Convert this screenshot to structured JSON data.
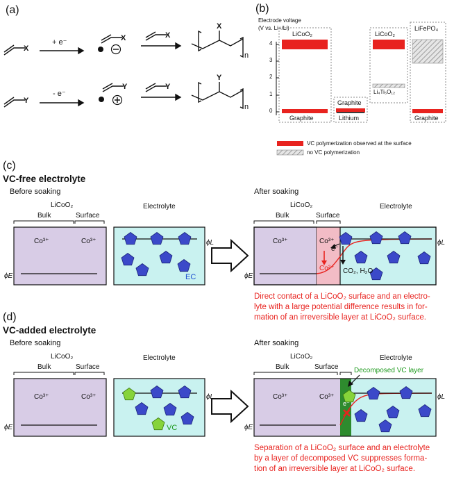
{
  "panel_labels": {
    "a": "(a)",
    "b": "(b)",
    "c": "(c)",
    "d": "(d)"
  },
  "panel_a": {
    "row1": {
      "sub1": "X",
      "arrow1": "+ e⁻",
      "sub2": "X",
      "sub3": "X",
      "poly": "X",
      "n": "n"
    },
    "row2": {
      "sub1": "Y",
      "arrow1": "- e⁻",
      "sub2": "Y",
      "sub3": "Y",
      "poly": "Y",
      "n": "n"
    }
  },
  "panel_b": {
    "axis_title_1": "Electrode voltage",
    "axis_title_2": "(V vs. Li+/Li)",
    "ticks": [
      "0",
      "1",
      "2",
      "3",
      "4"
    ],
    "columns": [
      {
        "top": "LiCoO₂",
        "bottom": "Graphite"
      },
      {
        "top": "Graphite",
        "bottom": "Lithium"
      },
      {
        "top": "LiCoO₂",
        "bottom": "Li₄Ti₅O₁₂"
      },
      {
        "top": "LiFePO₄",
        "bottom": "Graphite"
      }
    ],
    "legend_red": "VC polymerization observed at the surface",
    "legend_hatch": "no VC polymerization"
  },
  "panel_c": {
    "title": "VC-free electrolyte",
    "before": "Before soaking",
    "after": "After soaking",
    "licoo2": "LiCoO₂",
    "bulk": "Bulk",
    "surface": "Surface",
    "electrolyte": "Electrolyte",
    "co3": "Co³⁺",
    "co2": "Co²⁺",
    "electron": "e⁻",
    "phi_l": "ϕL",
    "phi_e": "ϕE",
    "solvent": "EC",
    "products": "CO₂, H₂O",
    "note": [
      "Direct contact of a LiCoO₂ surface and an electro-",
      "lyte with a large potential difference results in for-",
      "mation of an irreversible layer at LiCoO₂ surface."
    ]
  },
  "panel_d": {
    "title": "VC-added electrolyte",
    "before": "Before soaking",
    "after": "After soaking",
    "licoo2": "LiCoO₂",
    "bulk": "Bulk",
    "surface": "Surface",
    "electrolyte": "Electrolyte",
    "co3": "Co³⁺",
    "electron": "e⁻",
    "phi_l": "ϕL",
    "phi_e": "ϕE",
    "additive": "VC",
    "layer": "Decomposed VC layer",
    "note": [
      "Separation of a LiCoO₂ surface and an electrolyte",
      "by a layer of decomposed VC suppresses forma-",
      "tion of an irreversible layer at LiCoO₂ surface."
    ]
  },
  "colors": {
    "cathode": "#d8cce6",
    "electrolyte": "#c9f2f0",
    "pentagon": "#3b49c9",
    "vc": "#86d33a",
    "red": "#e8231f",
    "surface_pink": "#f2bcc6",
    "vc_layer": "#2e8b2e"
  }
}
